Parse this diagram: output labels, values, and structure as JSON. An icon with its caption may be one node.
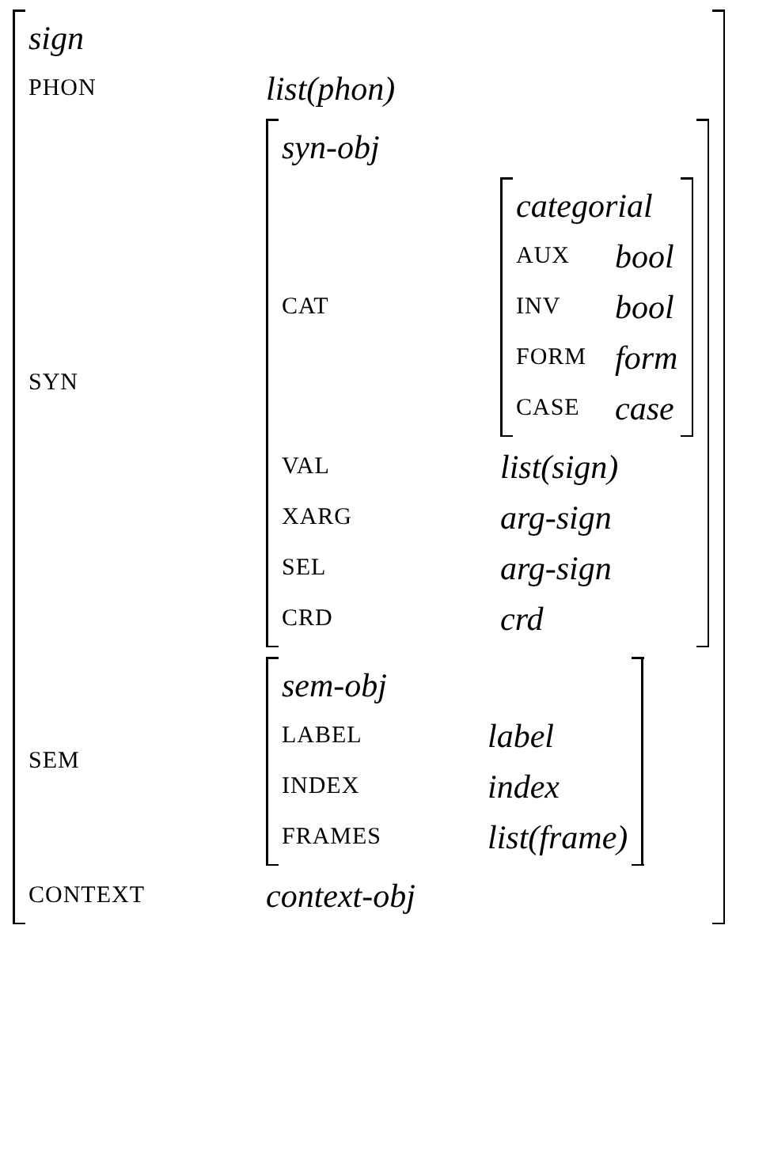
{
  "diagram": {
    "nodes": [
      {
        "text": [
          "sign"
        ]
      },
      {
        "text": [
          "syn-obj"
        ],
        "in": 0
      },
      {
        "text": [
          "categorial"
        ],
        "in": 1
      },
      {
        "text": [
          "sem-obj"
        ],
        "in": 0
      }
    ],
    "labels": [
      "PHON",
      "list(phon)",
      "SYN",
      "CAT",
      "AUX",
      "bool",
      "INV",
      "bool",
      "FORM",
      "form",
      "CASE",
      "case",
      "VAL",
      "list(sign)",
      "XARG",
      "arg-sign",
      "SEL",
      "arg-sign",
      "CRD",
      "crd",
      "SEM",
      "LABEL",
      "label",
      "INDEX",
      "index",
      "FRAMES",
      "list(frame)",
      "CONTEXT",
      "context-obj"
    ]
  }
}
